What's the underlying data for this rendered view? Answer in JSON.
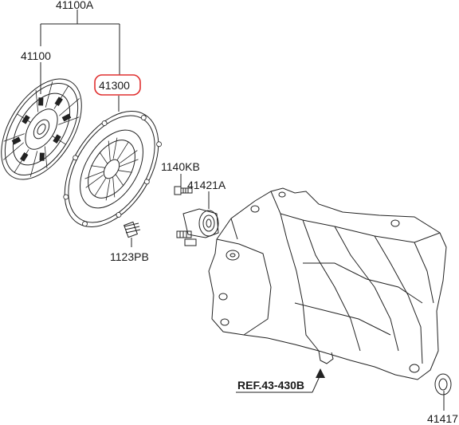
{
  "labels": {
    "assembly": "41100A",
    "disc": "41100",
    "cover": "41300",
    "bolt_a": "1140KB",
    "bearing": "41421A",
    "bolt_b": "1123PB",
    "ref": "REF.43-430B",
    "plug": "41417"
  },
  "highlight": {
    "part": "41300",
    "color": "#e03030"
  }
}
